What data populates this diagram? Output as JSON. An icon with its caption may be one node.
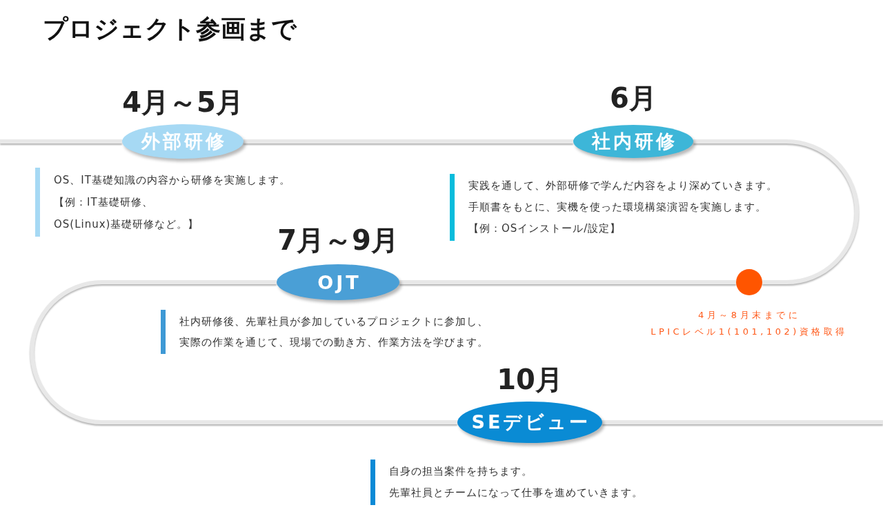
{
  "diagram": {
    "title": "プロジェクト参画まで",
    "nodes": [
      {
        "text": [
          "4月～5月",
          "外部研修"
        ],
        "beside": [
          "OS、IT基礎知識の内容から研修を実施します。",
          "【例：IT基礎研修、OS(Linux)基礎研修など。】"
        ]
      },
      {
        "text": [
          "6月",
          "社内研修"
        ],
        "beside": [
          "実践を通して、外部研修で学んだ内容をより深めていきます。",
          "手順書をもとに、実機を使った環境構築演習を実施します。",
          "【例：OSインストール/設定】"
        ]
      },
      {
        "text": [],
        "shape": "circle",
        "beside": [
          "4月～8月末までに",
          "LPICレベル1(101,102)資格取得"
        ]
      },
      {
        "text": [
          "7月～9月",
          "OJT"
        ],
        "beside": [
          "社内研修後、先輩社員が参加しているプロジェクトに参加し、実際の作業を通じて、現場での動き方、作業方法を学びます。"
        ]
      },
      {
        "text": [
          "10月",
          "SEデビュー"
        ],
        "beside": [
          "自身の担当案件を持ちます。",
          "先輩社員とチームになって仕事を進めていきます。"
        ]
      }
    ],
    "edges": [
      {
        "from": null,
        "to": 0,
        "arrow": "none"
      },
      {
        "from": 0,
        "to": 1,
        "arrow": "none"
      },
      {
        "from": 1,
        "to": 2,
        "arrow": "none"
      },
      {
        "from": 2,
        "to": 3,
        "arrow": "none"
      },
      {
        "from": 3,
        "to": 4,
        "arrow": "none"
      },
      {
        "from": 4,
        "to": null,
        "arrow": "none"
      }
    ]
  }
}
